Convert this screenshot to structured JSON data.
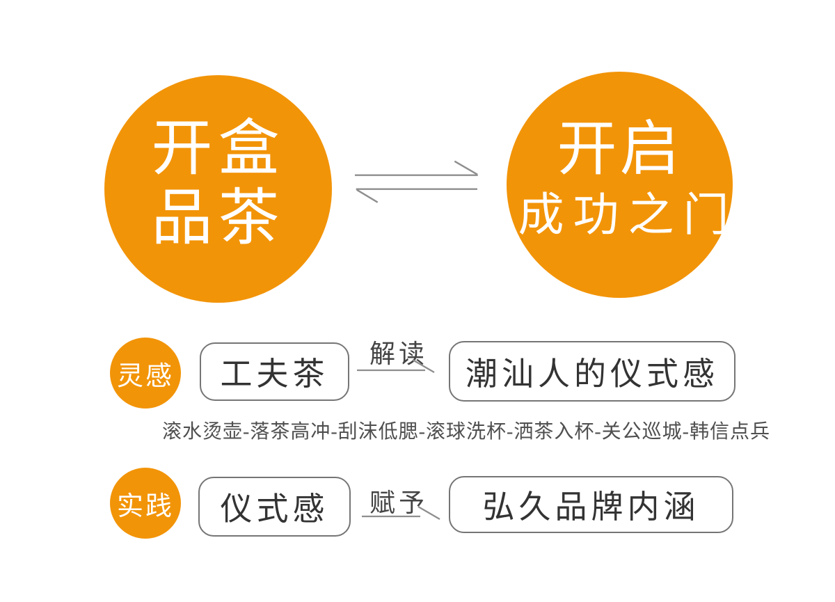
{
  "colors": {
    "orange": "#F29408",
    "circle_text": "#FFFFFF",
    "box_border": "#757575",
    "box_text": "#333333",
    "relation_text": "#444444",
    "note_text": "#4F4F4F",
    "arrow": "#8E8E8E"
  },
  "top": {
    "left_circle": {
      "line1": "开盒",
      "line2": "品茶"
    },
    "right_circle": {
      "line1": "开启",
      "line2": "成功之门"
    }
  },
  "rows": [
    {
      "badge": "灵感",
      "source": "工夫茶",
      "relation": "解读",
      "target": "潮汕人的仪式感",
      "note": "滚水烫壶-落茶高冲-刮沫低腮-滚球洗杯-洒茶入杯-关公巡城-韩信点兵"
    },
    {
      "badge": "实践",
      "source": "仪式感",
      "relation": "赋予",
      "target": "弘久品牌内涵"
    }
  ]
}
